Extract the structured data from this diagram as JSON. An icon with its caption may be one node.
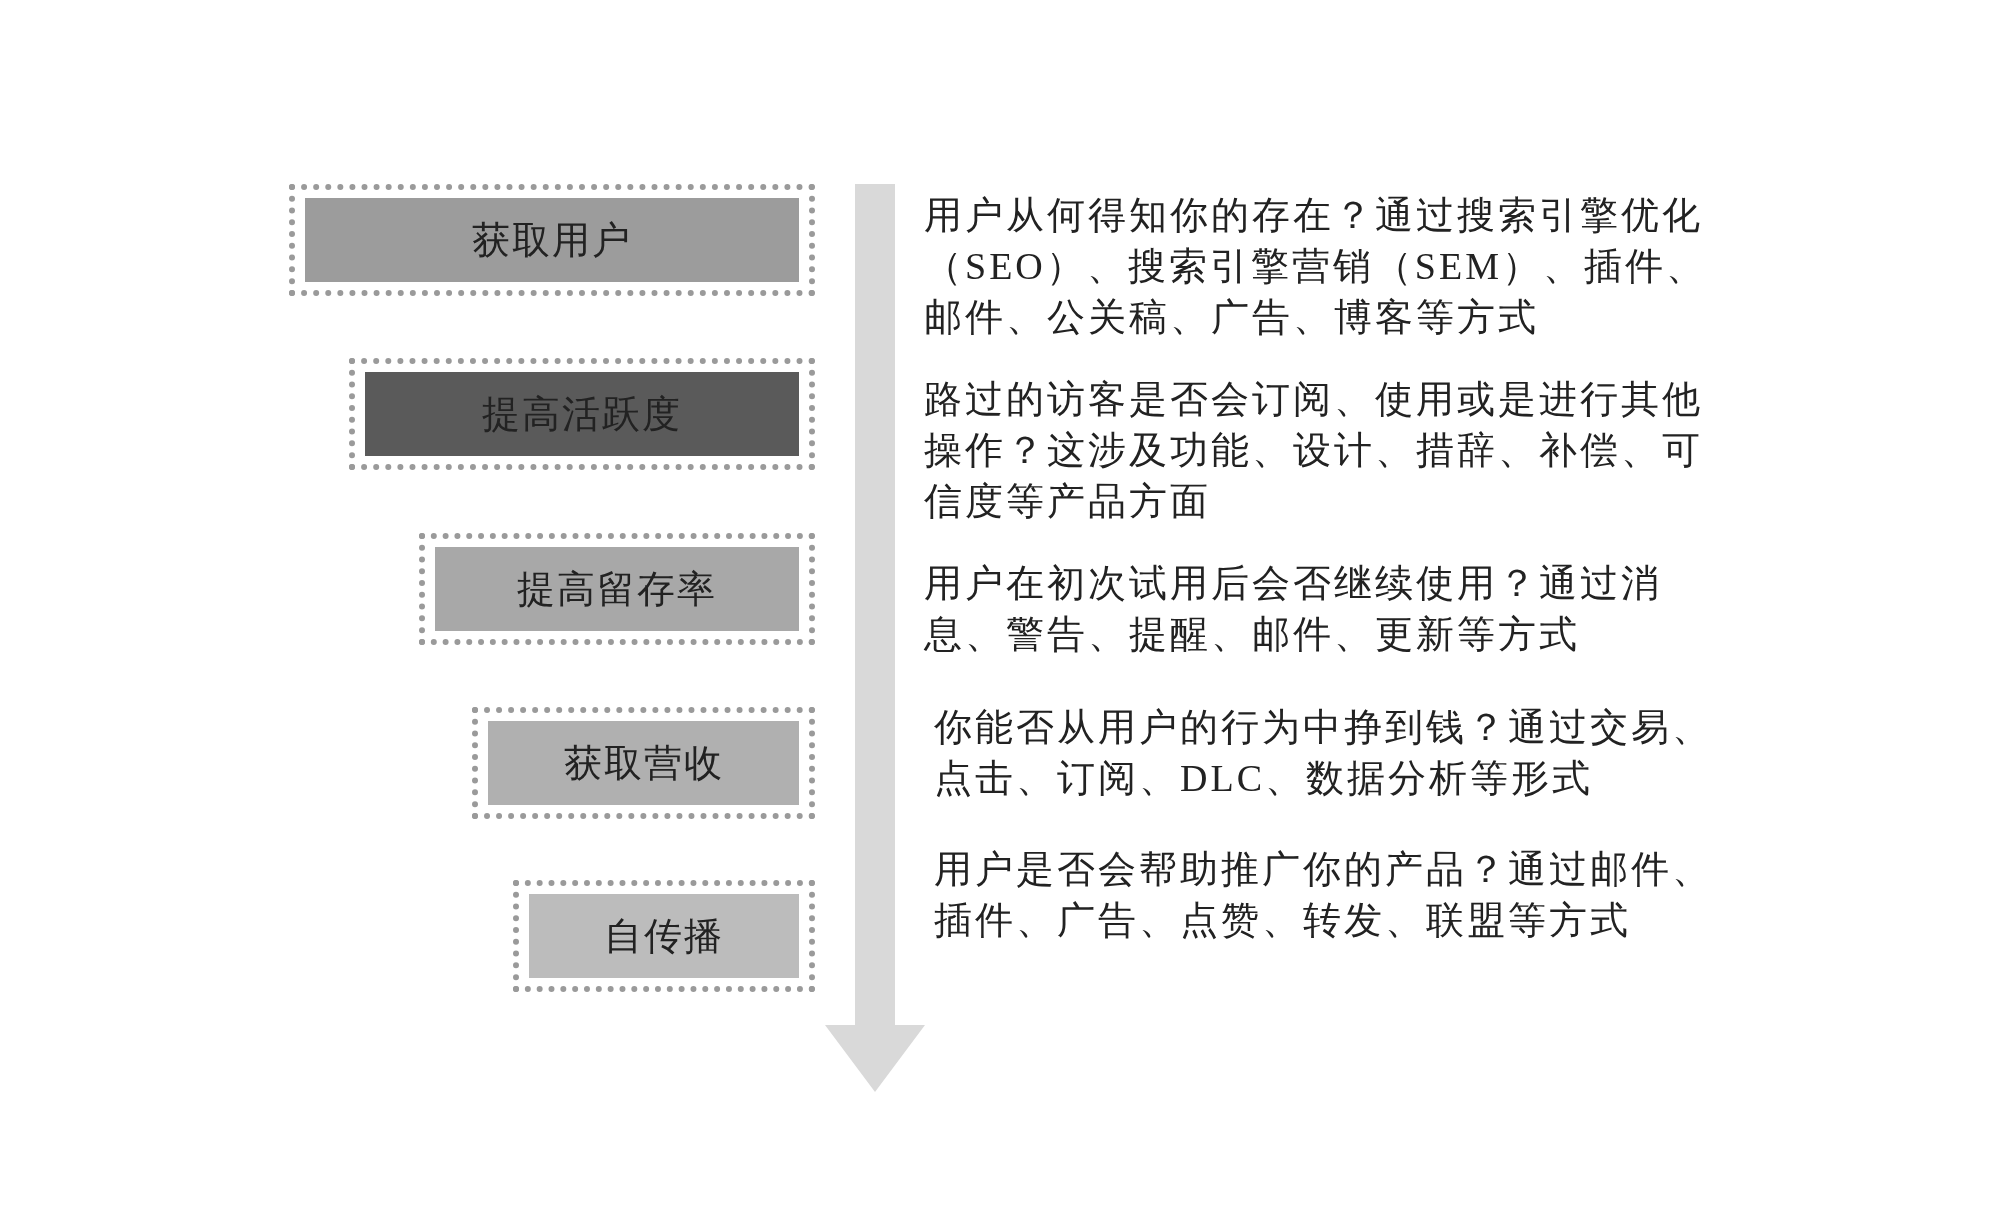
{
  "diagram": {
    "nodes": [
      {
        "text": [
          "获取用户"
        ],
        "beside": [
          "用户从何得知你的存在？通过搜索引擎优化（SEO）、搜索引擎营销（SEM）、插件、邮件、公关稿、广告、博客等方式"
        ]
      },
      {
        "text": [
          "提高活跃度"
        ],
        "beside": [
          "路过的访客是否会订阅、使用或是进行其他操作？这涉及功能、设计、措辞、补偿、可信度等产品方面"
        ]
      },
      {
        "text": [
          "提高留存率"
        ],
        "beside": [
          "用户在初次试用后会否继续使用？通过消息、警告、提醒、邮件、更新等方式"
        ]
      },
      {
        "text": [
          "获取营收"
        ],
        "beside": [
          "你能否从用户的行为中挣到钱？通过交易、点击、订阅、DLC、数据分析等形式"
        ]
      },
      {
        "text": [
          "自传播"
        ],
        "beside": [
          "用户是否会帮助推广你的产品？通过邮件、插件、广告、点赞、转发、联盟等方式"
        ]
      }
    ]
  }
}
